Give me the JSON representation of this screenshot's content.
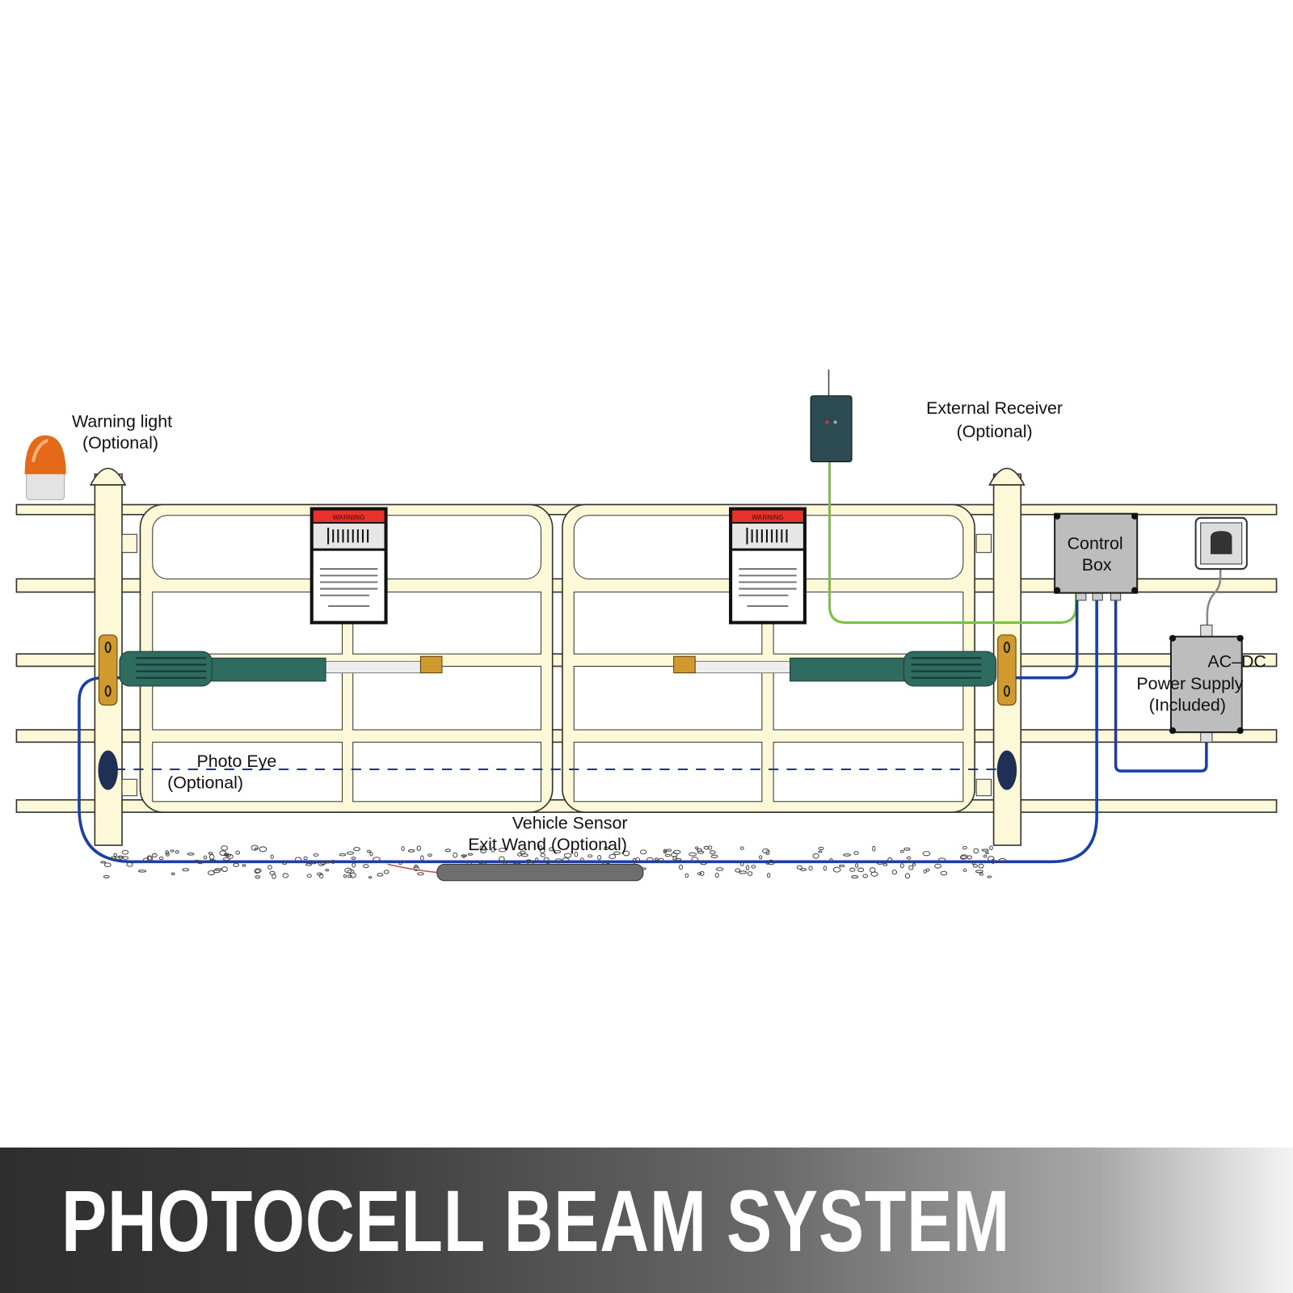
{
  "diagram": {
    "labels": {
      "warning_light": [
        "Warning light",
        "(Optional)"
      ],
      "external_receiver": [
        "External Receiver",
        "(Optional)"
      ],
      "control_box": [
        "Control",
        "Box"
      ],
      "power_supply": [
        "AC–DC",
        "Power Supply",
        "(Included)"
      ],
      "photo_eye": [
        "Photo Eye",
        "(Optional)"
      ],
      "vehicle_sensor": [
        "Vehicle Sensor",
        "Exit Wand (Optional)"
      ],
      "warning_sign": "WARNING"
    },
    "colors": {
      "fence": "#fdf9d8",
      "actuator": "#2f6b5f",
      "wire_blue": "#1a3fa8",
      "wire_green": "#7cc242",
      "warning_red": "#e8322b",
      "box_gray": "#bdbdbd"
    }
  },
  "banner": {
    "title": "PHOTOCELL BEAM SYSTEM"
  }
}
